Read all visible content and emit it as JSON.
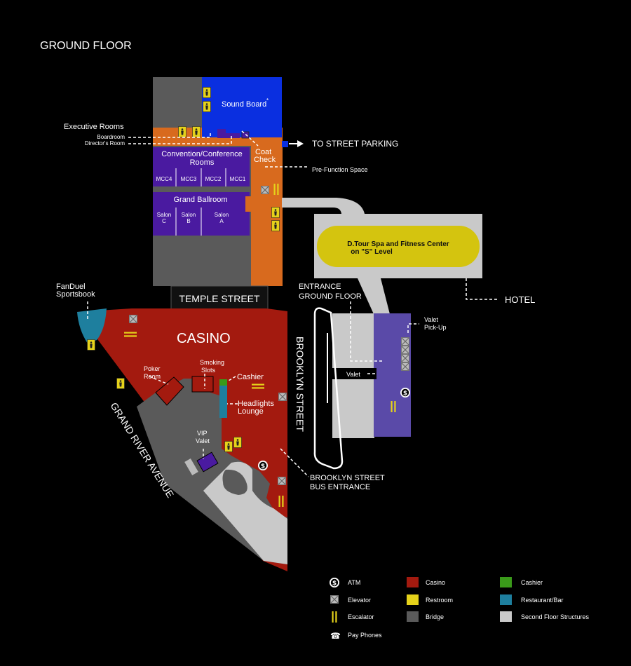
{
  "header": {
    "title": "GROUND FLOOR"
  },
  "colors": {
    "casino": "#a31a0f",
    "restroom": "#e5d21a",
    "bridge": "#5a5a5a",
    "cashier": "#3a9a1a",
    "restaurant_bar": "#1e7f9e",
    "second_floor": "#c9c9c9",
    "conference": "#4a1aa0",
    "orange": "#d86a1e",
    "sound_board": "#0a2fe0",
    "valet_purple": "#5a4aa8"
  },
  "labels": {
    "executive_rooms": "Executive Rooms",
    "boardroom": "Boardroom",
    "directors_room": "Director's Room",
    "sound_board": "Sound Board",
    "sound_board_mark": "*",
    "to_street_parking": "TO STREET PARKING",
    "coat_check_1": "Coat",
    "coat_check_2": "Check",
    "pre_function": "Pre-Function Space",
    "convention_1": "Convention/Conference",
    "convention_2": "Rooms",
    "mcc4": "MCC4",
    "mcc3": "MCC3",
    "mcc2": "MCC2",
    "mcc1": "MCC1",
    "grand_ballroom": "Grand Ballroom",
    "salon_c_1": "Salon",
    "salon_c_2": "C",
    "salon_b_1": "Salon",
    "salon_b_2": "B",
    "salon_a_1": "Salon",
    "salon_a_2": "A",
    "spa_1": "D.Tour Spa and Fitness Center",
    "spa_2": "on \"S\" Level",
    "hotel": "HOTEL",
    "entrance_1": "ENTRANCE",
    "entrance_2": "GROUND FLOOR",
    "valet_pickup_1": "Valet",
    "valet_pickup_2": "Pick-Up",
    "valet": "Valet",
    "temple_street": "TEMPLE STREET",
    "fanduel_1": "FanDuel",
    "fanduel_2": "Sportsbook",
    "casino": "CASINO",
    "poker_1": "Poker",
    "poker_2": "Room",
    "smoking_1": "Smoking",
    "smoking_2": "Slots",
    "cashier": "Cashier",
    "headlights_1": "Headlights",
    "headlights_2": "Lounge",
    "vip_1": "VIP",
    "vip_2": "Valet",
    "brooklyn_street": "BROOKLYN STREET",
    "grand_river": "GRAND RIVER AVENUE",
    "bus_1": "BROOKLYN STREET",
    "bus_2": "BUS ENTRANCE"
  },
  "legend": [
    {
      "icon": "atm-icon",
      "label": "ATM"
    },
    {
      "icon": "elevator-icon",
      "label": "Elevator"
    },
    {
      "icon": "escalator-icon",
      "label": "Escalator"
    },
    {
      "icon": "pay-phone-icon",
      "label": "Pay Phones"
    },
    {
      "icon": "casino-swatch",
      "label": "Casino"
    },
    {
      "icon": "restroom-swatch",
      "label": "Restroom"
    },
    {
      "icon": "bridge-swatch",
      "label": "Bridge"
    },
    {
      "icon": "cashier-swatch",
      "label": "Cashier"
    },
    {
      "icon": "restaurant-bar-swatch",
      "label": "Restaurant/Bar"
    },
    {
      "icon": "second-floor-swatch",
      "label": "Second Floor Structures"
    }
  ]
}
